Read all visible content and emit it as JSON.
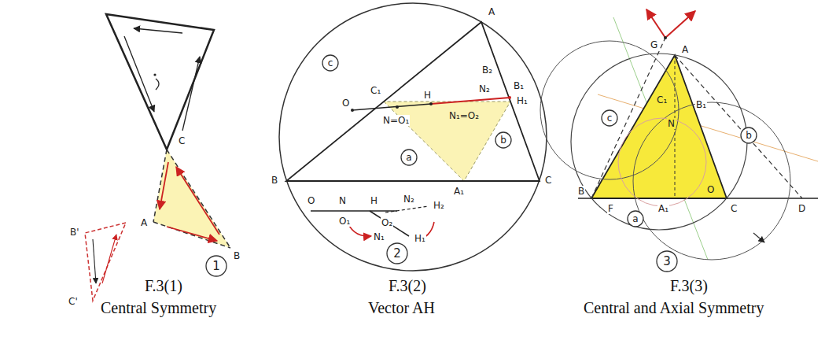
{
  "diagram": {
    "nodes": [
      {
        "text": [
          "1"
        ]
      },
      {
        "text": [
          "c"
        ]
      },
      {
        "text": [
          "b"
        ]
      },
      {
        "text": [
          "a"
        ]
      },
      {
        "text": [
          "2"
        ]
      },
      {
        "text": [
          "c"
        ]
      },
      {
        "text": [
          "b"
        ]
      },
      {
        "text": [
          "a"
        ]
      },
      {
        "text": [
          "3"
        ]
      }
    ],
    "labels": [
      "B'",
      "C'",
      "A",
      "C",
      "B",
      "A",
      "B",
      "C",
      "C₁",
      "B₂",
      "B₁",
      "H₁",
      "N₂",
      "O",
      "H",
      "N=O₁",
      "N₁=O₂",
      "A₁",
      "O",
      "N",
      "H",
      "O₁",
      "O₂",
      "N₂",
      "H₂",
      "N₁",
      "H₁",
      "G",
      "A",
      "C₁",
      "B₁",
      "N",
      "B",
      "F",
      "A₁",
      "O",
      "C",
      "D",
      "F.3(1)",
      "F.3(2)",
      "F.3(3)",
      "Central Symmetry",
      "Vector AH",
      "Central and Axial Symmetry"
    ]
  }
}
